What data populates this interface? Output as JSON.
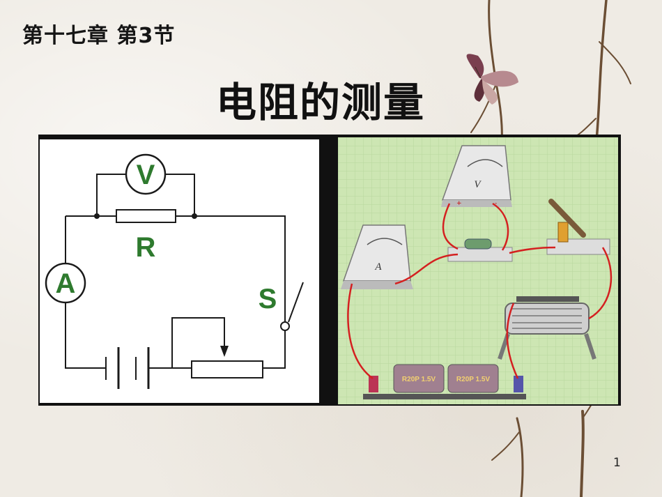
{
  "slide": {
    "chapter": "第十七章 第3节",
    "title": "电阻的测量",
    "page_number": "1"
  },
  "schematic": {
    "voltmeter_label": "V",
    "resistor_label": "R",
    "ammeter_label": "A",
    "switch_label": "S"
  },
  "apparatus": {
    "voltmeter_label": "V",
    "ammeter_label": "A",
    "battery_1_label": "R20P 1.5V",
    "battery_2_label": "R20P 1.5V",
    "positive_sign": "+",
    "negative_sign": "-"
  }
}
